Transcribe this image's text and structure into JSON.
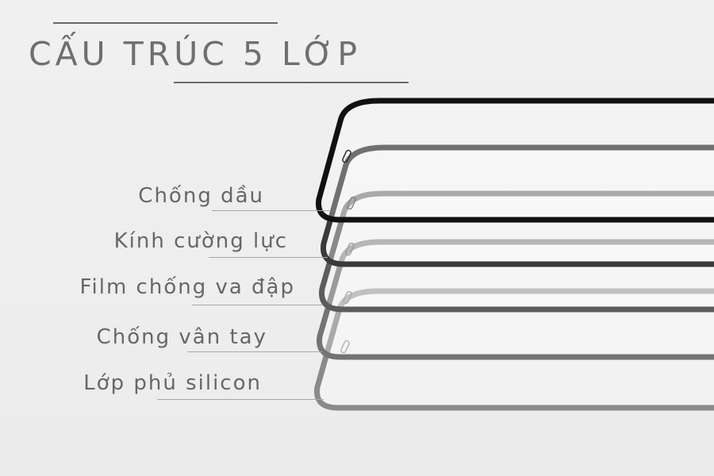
{
  "title": "CẤU TRÚC 5 LỚP",
  "layers": [
    {
      "label": "Chống dầu"
    },
    {
      "label": "Kính cường lực"
    },
    {
      "label": "Film chống va đập"
    },
    {
      "label": "Chống vân tay"
    },
    {
      "label": "Lớp phủ silicon"
    }
  ],
  "colors": {
    "background": "#eeeeee",
    "text": "#6f6f6f",
    "frame_top": "#111111",
    "frame_bottom": "#9a9a9a"
  }
}
